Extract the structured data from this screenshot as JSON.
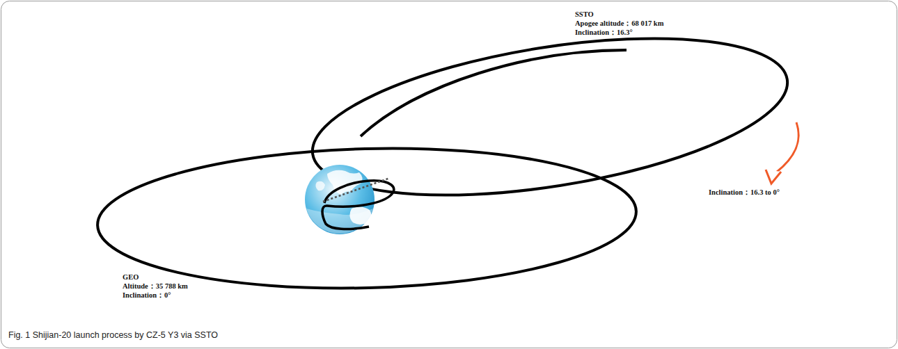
{
  "diagram": {
    "caption": "Fig. 1 Shijian-20 launch process by CZ-5 Y3 via SSTO",
    "labels": [
      "SSTO",
      "Apogee altitude：68 017 km",
      "Inclination：16.3°",
      "Inclination：16.3 to 0°",
      "GEO",
      "Altitude：35 788 km",
      "Inclination：0°"
    ]
  }
}
